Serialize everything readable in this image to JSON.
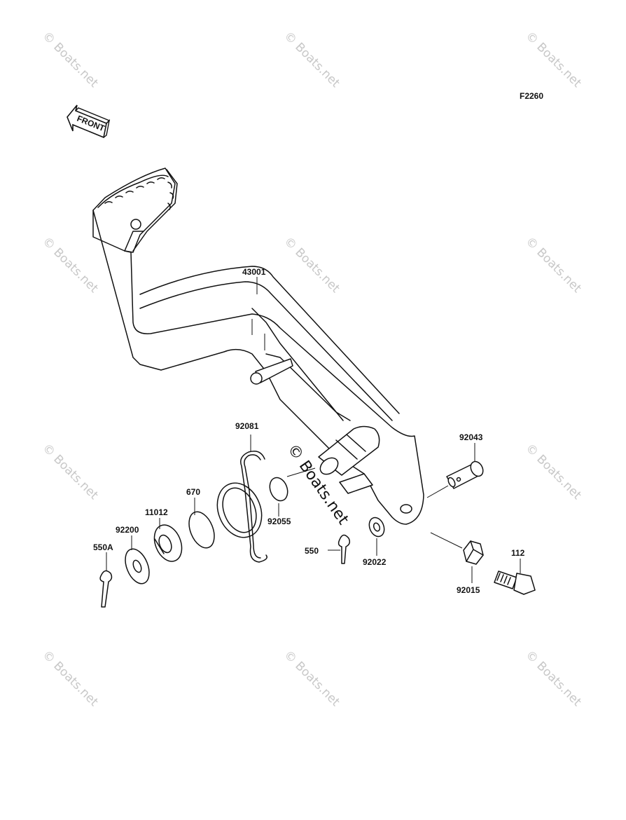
{
  "figure_code": "F2260",
  "front_label": "FRONT",
  "watermark_text": "© Boats.net",
  "center_watermark": "© Boats.net",
  "parts": {
    "p43001": "43001",
    "p92081": "92081",
    "p92043": "92043",
    "p670": "670",
    "p11012": "11012",
    "p92200": "92200",
    "p550A": "550A",
    "p92055": "92055",
    "p550": "550",
    "p92022": "92022",
    "p112": "112",
    "p92015": "92015"
  }
}
